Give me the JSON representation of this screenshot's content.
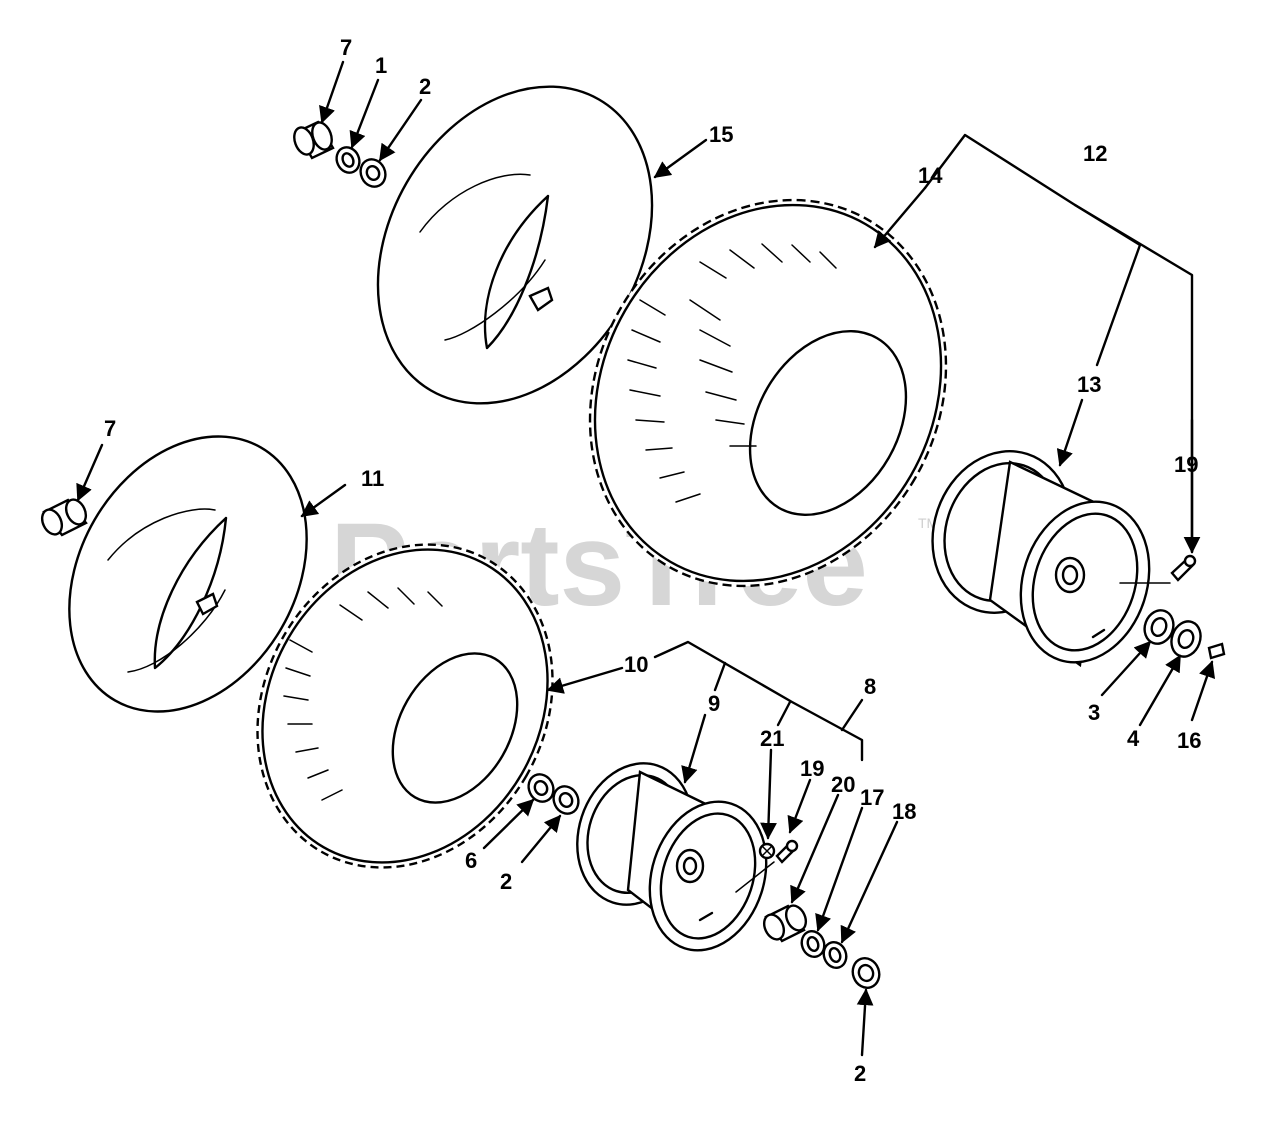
{
  "watermark": {
    "text": "PartsTree",
    "trademark": "TM"
  },
  "callouts": {
    "c7_top": "7",
    "c1": "1",
    "c2_top": "2",
    "c15": "15",
    "c14": "14",
    "c12": "12",
    "c13": "13",
    "c19_right": "19",
    "c7_left": "7",
    "c11": "11",
    "c10": "10",
    "c8": "8",
    "c9": "9",
    "c21": "21",
    "c19_mid": "19",
    "c20": "20",
    "c17": "17",
    "c18": "18",
    "c6": "6",
    "c2_mid": "2",
    "c2_bottom": "2",
    "c3": "3",
    "c4": "4",
    "c16": "16"
  }
}
